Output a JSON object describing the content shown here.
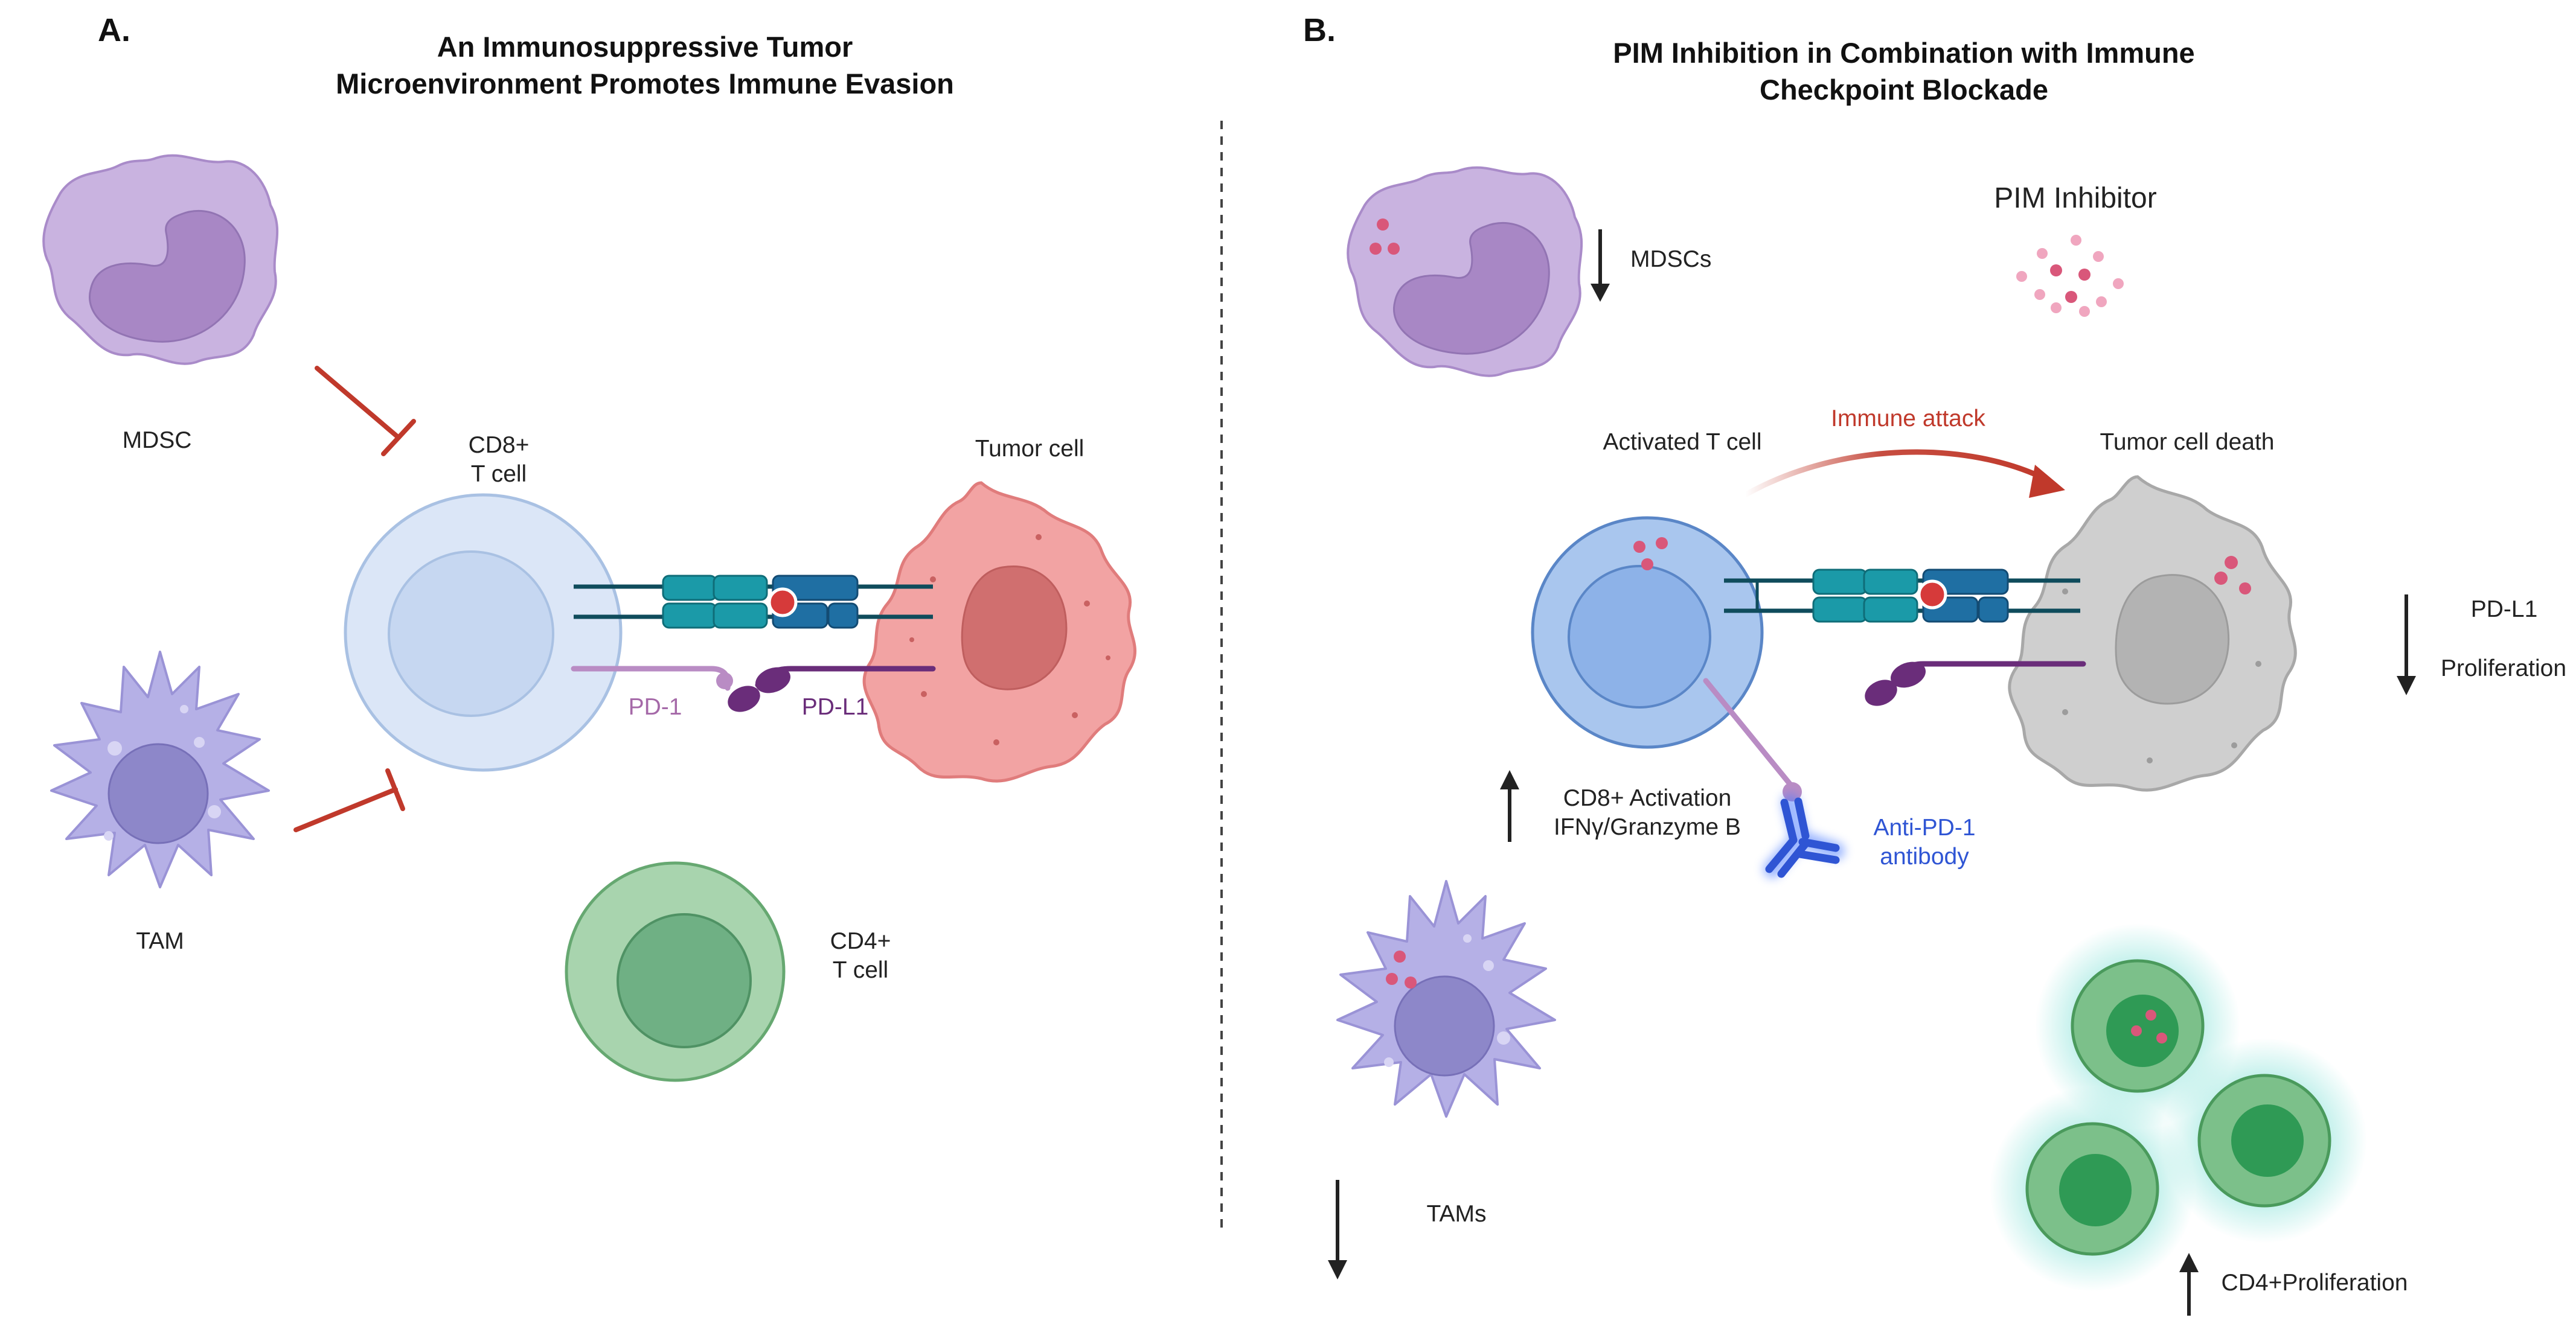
{
  "panel_a": {
    "letter": "A.",
    "title_line1": "An Immunosuppressive Tumor",
    "title_line2": "Microenvironment Promotes Immune Evasion",
    "labels": {
      "mdsc": "MDSC",
      "tam": "TAM",
      "cd8_line1": "CD8+",
      "cd8_line2": "T cell",
      "tumor": "Tumor cell",
      "pd1": "PD-1",
      "pdl1": "PD-L1",
      "cd4_line1": "CD4+",
      "cd4_line2": "T cell"
    }
  },
  "panel_b": {
    "letter": "B.",
    "title_line1": "PIM Inhibition in Combination with Immune",
    "title_line2": "Checkpoint Blockade",
    "labels": {
      "pim_inhibitor": "PIM Inhibitor",
      "mdscs": "MDSCs",
      "activated_t": "Activated T cell",
      "immune_attack": "Immune attack",
      "tumor_death": "Tumor cell death",
      "pdl1": "PD-L1",
      "proliferation": "Proliferation",
      "cd8_activation_line1": "CD8+ Activation",
      "cd8_activation_line2": "IFNγ/Granzyme B",
      "antibody_line1": "Anti-PD-1",
      "antibody_line2": "antibody",
      "tams": "TAMs",
      "cd4_proliferation": "CD4+Proliferation"
    }
  },
  "colors": {
    "mdsc": "#c9b3e0",
    "tam": "#b5b0e6",
    "cd8_naive": "#dbe6f7",
    "cd8_active": "#a9c6ee",
    "tumor": "#f2a3a3",
    "tumor_dead": "#cfcfcf",
    "cd4": "#a8d4ae",
    "inhibit": "#c0392b",
    "receptor_teal": "#1b9aa8",
    "receptor_blue": "#1f6fa3",
    "pd1": "#b98cc4",
    "pdl1": "#6a2d7a",
    "antibody": "#2f55d4"
  }
}
